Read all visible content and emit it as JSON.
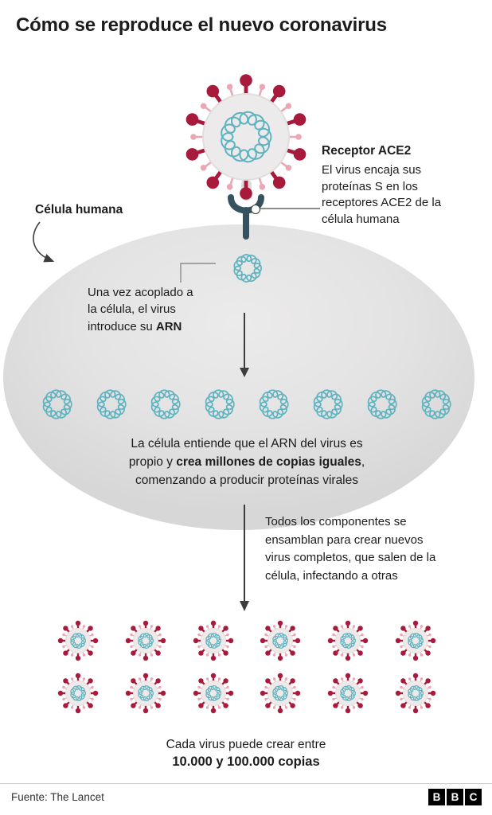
{
  "title": "Cómo se reproduce el nuevo coronavirus",
  "receptor_note": {
    "heading": "Receptor ACE2",
    "body": "El virus encaja sus proteínas S en los receptores ACE2 de la célula humana"
  },
  "cell_label": "Célula humana",
  "step_attach": {
    "text": "Una vez acoplado a la célula, el virus introduce su ",
    "bold": "ARN"
  },
  "step_copies": {
    "line1": "La célula entiende que el ARN del virus es",
    "line2_pre": "propio y ",
    "line2_bold": "crea millones de copias iguales",
    "line2_post": ",",
    "line3": "comenzando a producir proteínas virales"
  },
  "step_assembly": "Todos los componentes se ensamblan para crear nuevos virus completos, que salen de la célula, infectando a otras",
  "caption": {
    "line1": "Cada virus puede crear entre",
    "line2": "10.000 y 100.000 copias"
  },
  "footer": {
    "source": "Fuente: The Lancet",
    "logo_letters": [
      "B",
      "B",
      "C"
    ]
  },
  "rna_row_count": 8,
  "virus_grid": {
    "rows": 2,
    "cols": 6
  },
  "icons": {
    "coronavirus": "gray-sphere-with-red-club-spikes-and-teal-rna-coil",
    "rna_strand": "teal-coiled-ring",
    "ace2_receptor": "dark-slate-Y-shape",
    "down_arrow": "vertical-line-with-triangle-head",
    "curved_arrow": "curved-pointer-to-cell"
  },
  "colors": {
    "virus_red": "#a81a3c",
    "virus_pink": "#eaa8b5",
    "rna_teal": "#5fb3c0",
    "receptor_slate": "#35535f",
    "cell_fill": "#e4e3e3",
    "arrow_dark": "#3d3d3d",
    "line_gray": "#8c8c8c",
    "text_dark": "#1c1c1c",
    "footer_rule": "#cccccc",
    "bbc_black": "#000000"
  }
}
